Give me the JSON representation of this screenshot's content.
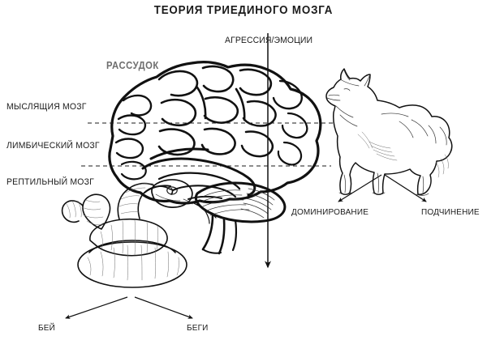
{
  "diagram": {
    "title": "ТЕОРИЯ ТРИЕДИНОГО МОЗГА",
    "background_color": "#ffffff",
    "ink_color": "#111111",
    "muted_color": "#6e6e6e"
  },
  "labels": {
    "reason": "РАССУДОК",
    "aggression": "АГРЕССИЯ/ЭМОЦИИ",
    "thinking_brain": "МЫСЛЯЩИЯ МОЗГ",
    "limbic_brain": "ЛИМБИЧЕСКИЙ МОЗГ",
    "reptile_brain": "РЕПТИЛЬНЫЙ МОЗГ",
    "dominance": "ДОМИНИРОВАНИЕ",
    "submission": "ПОДЧИНЕНИЕ",
    "fight": "БЕЙ",
    "flight": "БЕГИ"
  },
  "illustrations": {
    "brain": "brain-illustration",
    "wolf": "wolf-illustration",
    "snake": "snake-illustration"
  },
  "connectors": {
    "vertical_arrow": "aggression-down-arrow",
    "wolf_left_arrow": "wolf-to-dominance-arrow",
    "wolf_right_arrow": "wolf-to-submission-arrow",
    "snake_left_arrow": "snake-to-fight-arrow",
    "snake_right_arrow": "snake-to-flight-arrow",
    "dashed_thinking": "thinking-brain-divider",
    "dashed_limbic": "limbic-brain-divider"
  }
}
